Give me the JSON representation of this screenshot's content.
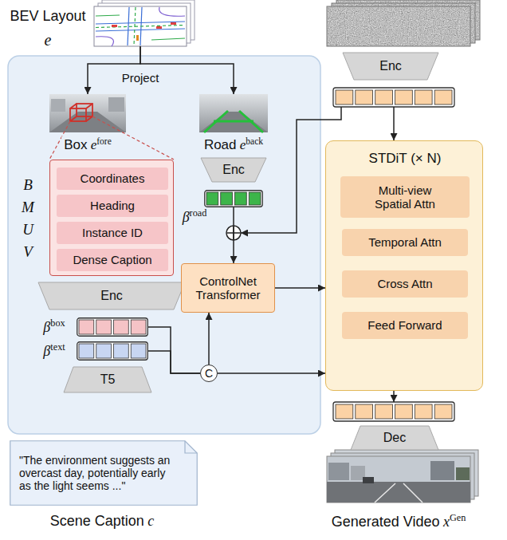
{
  "diagram": {
    "nodes": [
      {
        "text": [
          "BEV Layout",
          "e"
        ]
      },
      {
        "text": [
          "Box",
          "e",
          "fore"
        ]
      },
      {
        "text": [
          "Road",
          "e",
          "back"
        ]
      },
      {
        "text": [
          "B",
          "M",
          "U",
          "V"
        ]
      },
      {
        "text": [
          "Coordinates"
        ],
        "in": 3
      },
      {
        "text": [
          "Heading"
        ],
        "in": 3
      },
      {
        "text": [
          "Instance ID"
        ],
        "in": 3
      },
      {
        "text": [
          "Dense Caption"
        ],
        "in": 3
      },
      {
        "text": [
          "Enc"
        ]
      },
      {
        "text": [
          "Enc"
        ]
      },
      {
        "text": [
          "β",
          "road"
        ]
      },
      {
        "text": [
          "ControlNet Transformer"
        ]
      },
      {
        "text": [
          "β",
          "box"
        ]
      },
      {
        "text": [
          "β",
          "text"
        ]
      },
      {
        "text": [
          "C"
        ]
      },
      {
        "text": [
          "T5"
        ]
      },
      {
        "text": [
          "\"The environment suggests an overcast day, potentially early as the light seems ...\"",
          "Scene Caption",
          "c"
        ]
      },
      {
        "text": [
          "Enc"
        ]
      },
      {
        "text": [
          "STDiT (× N)"
        ]
      },
      {
        "text": [
          "Multi-view Spatial Attn"
        ],
        "in": 18
      },
      {
        "text": [
          "Temporal Attn"
        ],
        "in": 18
      },
      {
        "text": [
          "Cross Attn"
        ],
        "in": 18
      },
      {
        "text": [
          "Feed Forward"
        ],
        "in": 18
      },
      {
        "text": [
          "Dec"
        ]
      },
      {
        "text": [
          "Generated Video",
          "x",
          "Gen"
        ]
      }
    ],
    "edges": [
      {
        "from": 0,
        "to": 1,
        "arrow": "to",
        "label": "Project"
      },
      {
        "from": 0,
        "to": 2,
        "arrow": "to"
      },
      {
        "from": 10,
        "to": 11,
        "arrow": "to"
      },
      {
        "from": 12,
        "to": 14,
        "arrow": "none"
      },
      {
        "from": 13,
        "to": 14,
        "arrow": "none"
      },
      {
        "from": 14,
        "to": 11,
        "arrow": "to"
      },
      {
        "from": 14,
        "to": 18,
        "arrow": "to"
      },
      {
        "from": 11,
        "to": 18,
        "arrow": "to"
      }
    ]
  }
}
